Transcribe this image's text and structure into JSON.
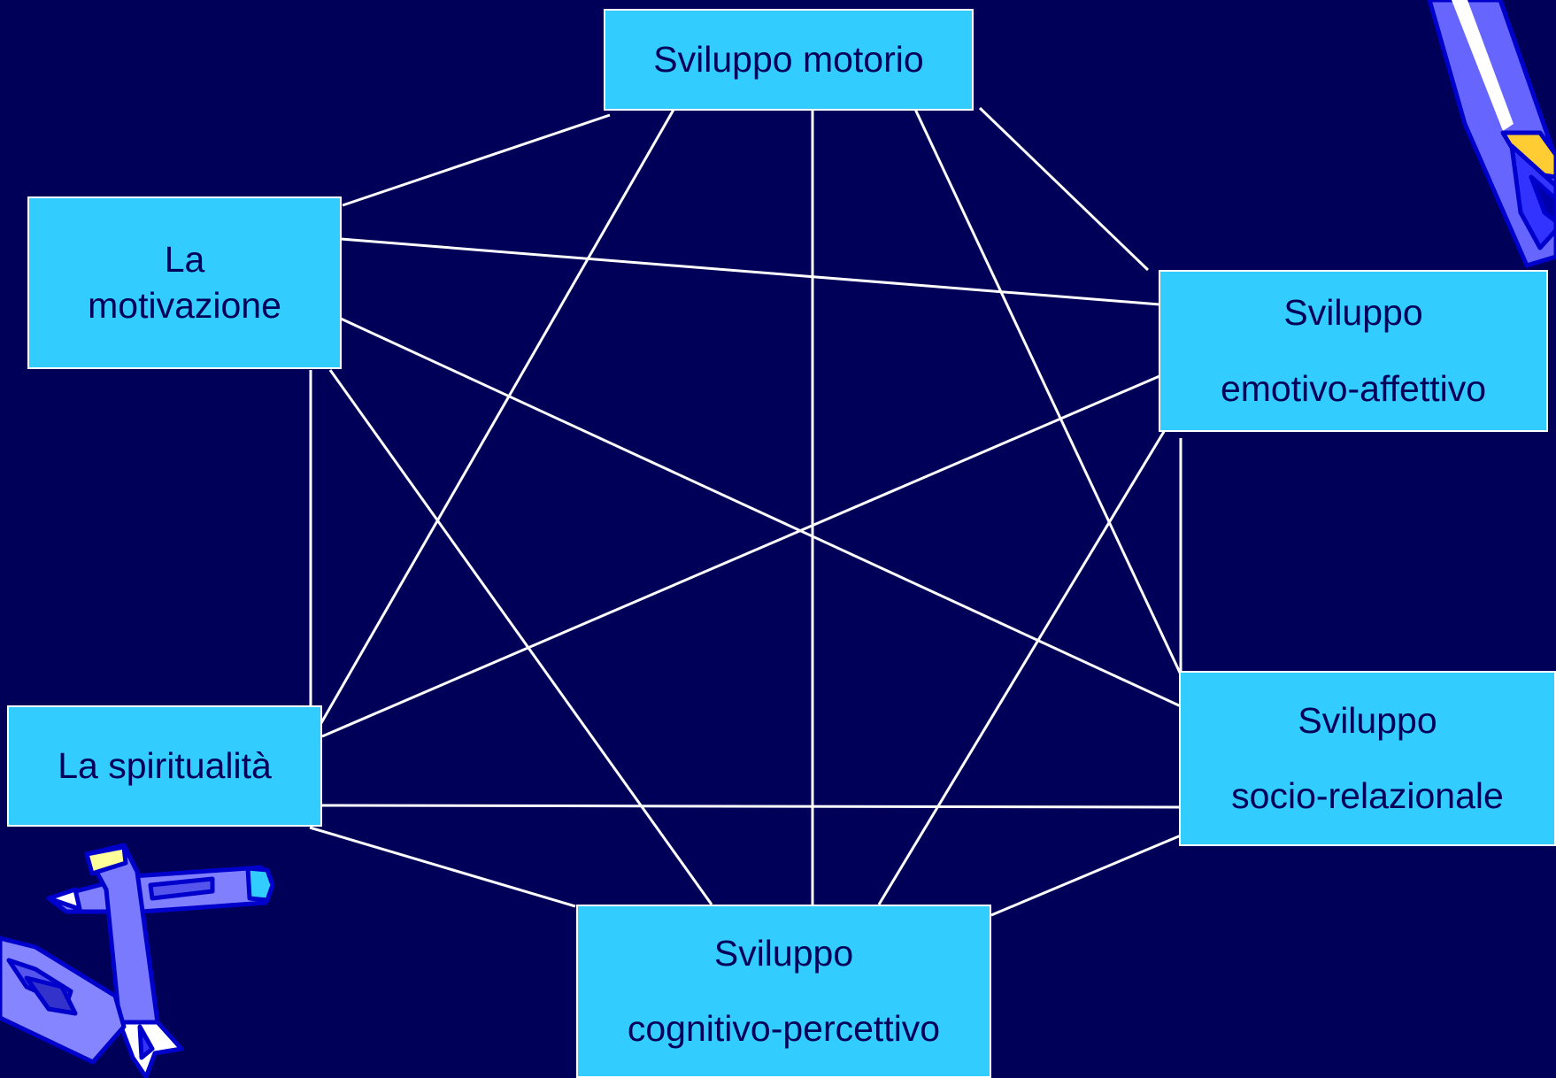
{
  "nodes": {
    "motorio": {
      "label": "Sviluppo motorio"
    },
    "motivazione": {
      "line1": "La",
      "line2": "motivazione"
    },
    "emotivo": {
      "line1": "Sviluppo",
      "line2": "emotivo-affettivo"
    },
    "spiritualita": {
      "label": "La spiritualità"
    },
    "socio": {
      "line1": "Sviluppo",
      "line2": "socio-relazionale"
    },
    "cognitivo": {
      "line1": "Sviluppo",
      "line2": "cognitivo-percettivo"
    }
  },
  "connections": [
    [
      "motorio",
      "motivazione"
    ],
    [
      "motorio",
      "emotivo"
    ],
    [
      "motorio",
      "spiritualita"
    ],
    [
      "motorio",
      "socio"
    ],
    [
      "motorio",
      "cognitivo"
    ],
    [
      "motivazione",
      "emotivo"
    ],
    [
      "motivazione",
      "spiritualita"
    ],
    [
      "motivazione",
      "socio"
    ],
    [
      "motivazione",
      "cognitivo"
    ],
    [
      "emotivo",
      "spiritualita"
    ],
    [
      "emotivo",
      "socio"
    ],
    [
      "emotivo",
      "cognitivo"
    ],
    [
      "spiritualita",
      "socio"
    ],
    [
      "spiritualita",
      "cognitivo"
    ],
    [
      "socio",
      "cognitivo"
    ]
  ],
  "colors": {
    "background": "#000058",
    "box": "#33ccff",
    "line": "#ffffff",
    "text": "#000058"
  },
  "decorations": {
    "top_right": "pencil-icon",
    "bottom_left": "crossed-pencils-icon"
  }
}
